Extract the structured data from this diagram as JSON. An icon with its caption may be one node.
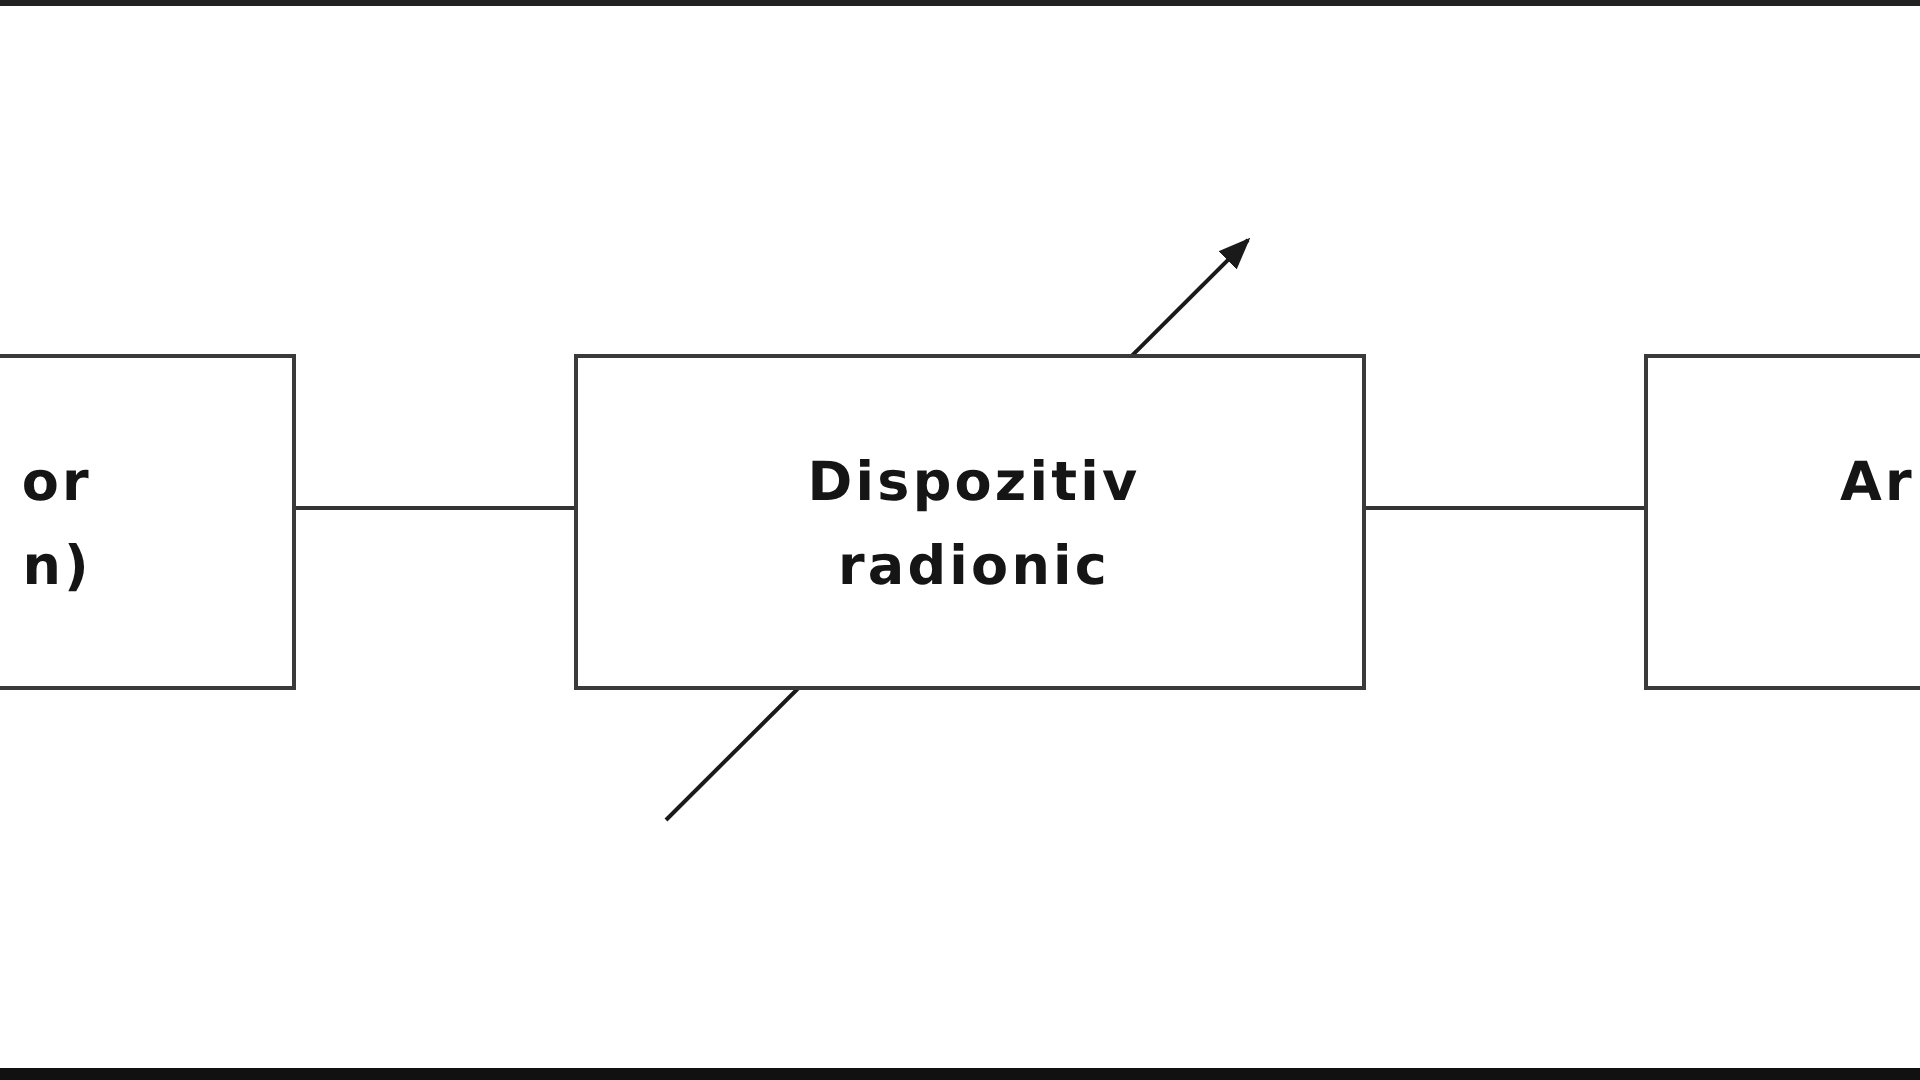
{
  "diagram": {
    "nodes": [
      {
        "text": [
          "or n)"
        ]
      },
      {
        "text": [
          "Dispozitiv radionic"
        ]
      },
      {
        "text": [
          "Ar"
        ]
      }
    ],
    "edges": [
      {
        "from": 0,
        "to": 1,
        "arrow": "none"
      },
      {
        "from": 1,
        "to": 2,
        "arrow": "none"
      }
    ]
  }
}
